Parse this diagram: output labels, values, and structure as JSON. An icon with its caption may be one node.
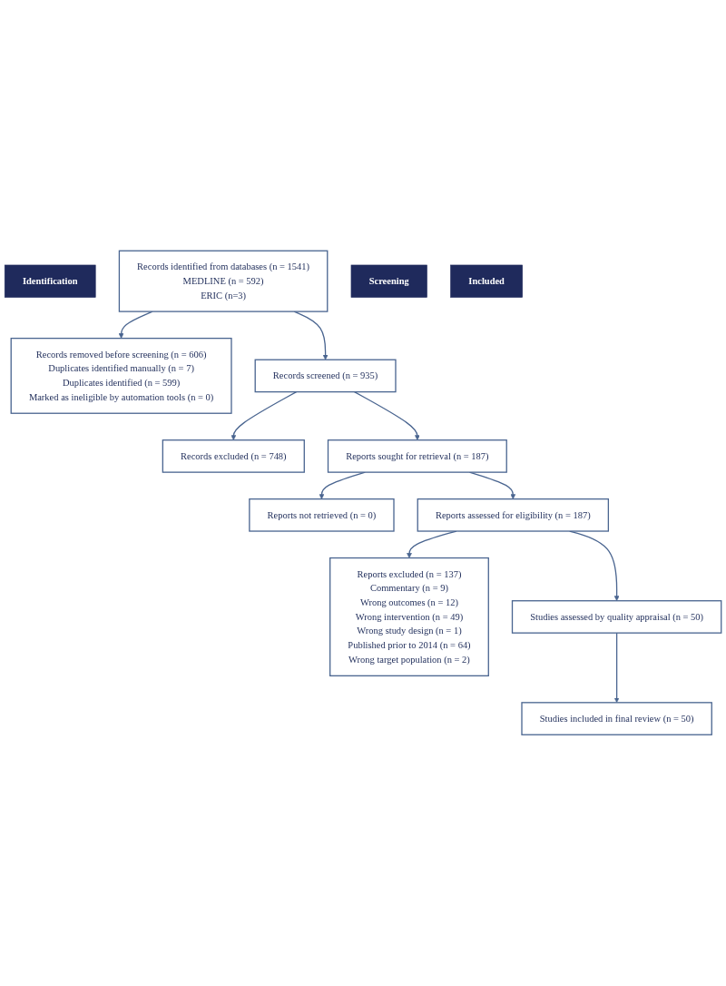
{
  "diagram": {
    "nodes": [
      {
        "text": [
          "Identification"
        ]
      },
      {
        "text": [
          "Records identified from databases (n = 1541)",
          "MEDLINE (n = 592)",
          "ERIC (n=3)"
        ]
      },
      {
        "text": [
          "Records removed before screening (n = 606)",
          "Duplicates identified manually (n = 7)",
          "Duplicates identified (n = 599)",
          "Marked as ineligible by automation tools (n = 0)"
        ]
      },
      {
        "text": [
          "Screening"
        ]
      },
      {
        "text": [
          "Records screened (n = 935)"
        ]
      },
      {
        "text": [
          "Records excluded (n = 748)"
        ]
      },
      {
        "text": [
          "Reports sought for retrieval (n = 187)"
        ]
      },
      {
        "text": [
          "Reports not retrieved (n = 0)"
        ]
      },
      {
        "text": [
          "Reports assessed for eligibility (n = 187)"
        ]
      },
      {
        "text": [
          "Reports excluded (n = 137)",
          "Commentary (n = 9)",
          "Wrong outcomes (n = 12)",
          "Wrong intervention (n = 49)",
          "Wrong study design (n = 1)",
          "Published prior to 2014 (n = 64)",
          "Wrong target population (n = 2)"
        ]
      },
      {
        "text": [
          "Included"
        ]
      },
      {
        "text": [
          "Studies assessed by quality appraisal (n = 50)"
        ]
      },
      {
        "text": [
          "Studies included in final review (n = 50)"
        ]
      }
    ],
    "edges": [
      {
        "from": 1,
        "to": 4,
        "arrow": "to"
      },
      {
        "from": 1,
        "to": 2,
        "arrow": "to"
      },
      {
        "from": 4,
        "to": 5,
        "arrow": "to"
      },
      {
        "from": 4,
        "to": 6,
        "arrow": "to"
      },
      {
        "from": 6,
        "to": 7,
        "arrow": "to"
      },
      {
        "from": 6,
        "to": 8,
        "arrow": "to"
      },
      {
        "from": 8,
        "to": 9,
        "arrow": "to"
      },
      {
        "from": 8,
        "to": 11,
        "arrow": "to"
      },
      {
        "from": 11,
        "to": 12,
        "arrow": "to"
      }
    ]
  }
}
